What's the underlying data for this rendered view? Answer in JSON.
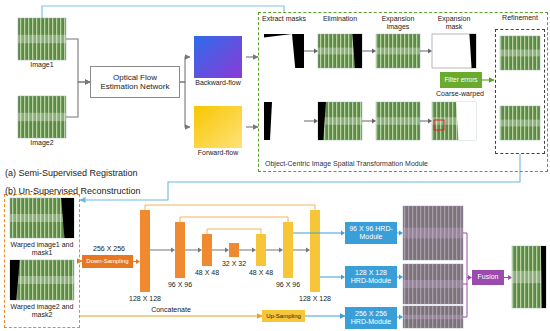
{
  "diagram": {
    "nodes": [
      {
        "text": [
          "Image1"
        ]
      },
      {
        "text": [
          "Image2"
        ]
      },
      {
        "text": [
          "Optical Flow Estimation Network"
        ]
      },
      {
        "text": [
          "Backward-flow"
        ]
      },
      {
        "text": [
          "Forward-flow"
        ]
      },
      {
        "text": [
          "Object-Centric Image Spatial Transformation Module"
        ]
      },
      {
        "text": [
          "Filter errors"
        ],
        "in": 5
      },
      {
        "text": [
          "Refinement"
        ],
        "in": 5
      },
      {
        "text": [
          "Warped image1 and mask1",
          "Warped image2 and mask2"
        ]
      },
      {
        "text": [
          "Down-Sampling"
        ]
      },
      {
        "text": [
          "Up-Sampling"
        ]
      },
      {
        "text": [
          "96 X 96 HRD-Module"
        ]
      },
      {
        "text": [
          "128 X 128 HRD-Module"
        ]
      },
      {
        "text": [
          "256 X 256 HRD-Module"
        ]
      },
      {
        "text": [
          "Fusion"
        ]
      }
    ],
    "edges": [
      {
        "from": 0,
        "to": 2,
        "arrow": "to"
      },
      {
        "from": 1,
        "to": 2,
        "arrow": "to"
      },
      {
        "from": 2,
        "to": 3,
        "arrow": "to"
      },
      {
        "from": 2,
        "to": 4,
        "arrow": "to"
      },
      {
        "from": 3,
        "to": 5,
        "arrow": "to"
      },
      {
        "from": 4,
        "to": 5,
        "arrow": "to"
      },
      {
        "from": 6,
        "to": 7,
        "arrow": "to"
      },
      {
        "from": 7,
        "to": 8,
        "arrow": "to"
      },
      {
        "from": 8,
        "to": 9,
        "arrow": "to"
      },
      {
        "from": 8,
        "to": 10,
        "label": "Concatenate",
        "arrow": "to"
      },
      {
        "from": 10,
        "to": 13,
        "arrow": "to"
      }
    ],
    "labels": [
      "Extract masks",
      "Elimination",
      "Expansion images",
      "Expansion mask",
      "Coarse-warped",
      "(a) Semi-Supervised Registration",
      "(b) Un-Supervised Reconstruction",
      "256 X 256",
      "128 X 128",
      "96 X 96",
      "48 X 48",
      "32 X 32",
      "48 X 48",
      "96 X 96",
      "128 X 128"
    ]
  }
}
